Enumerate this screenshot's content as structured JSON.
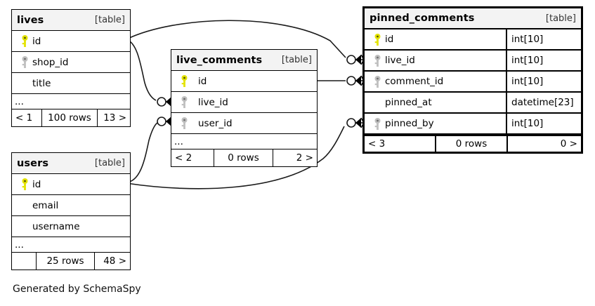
{
  "diagram": {
    "caption": "Generated by SchemaSpy",
    "table_tag": "[table]",
    "ellipsis": "...",
    "colors": {
      "primary_key": "#e3e300",
      "foreign_key": "#bfbfbf",
      "header_background": "#f3f3f3",
      "border": "#000000",
      "background": "#ffffff"
    }
  },
  "tables": [
    {
      "id": "lives",
      "name": "lives",
      "tag": "[table]",
      "focal": false,
      "show_types": false,
      "columns": [
        {
          "name": "id",
          "key": "primary",
          "type": ""
        },
        {
          "name": "shop_id",
          "key": "foreign",
          "type": ""
        },
        {
          "name": "title",
          "key": "none",
          "type": ""
        }
      ],
      "more": "...",
      "footer": {
        "left": "< 1",
        "middle": "100 rows",
        "right": "13 >"
      }
    },
    {
      "id": "live_comments",
      "name": "live_comments",
      "tag": "[table]",
      "focal": false,
      "show_types": false,
      "columns": [
        {
          "name": "id",
          "key": "primary",
          "type": ""
        },
        {
          "name": "live_id",
          "key": "foreign",
          "type": ""
        },
        {
          "name": "user_id",
          "key": "foreign",
          "type": ""
        }
      ],
      "more": "...",
      "footer": {
        "left": "< 2",
        "middle": "0 rows",
        "right": "2 >"
      }
    },
    {
      "id": "pinned_comments",
      "name": "pinned_comments",
      "tag": "[table]",
      "focal": true,
      "show_types": true,
      "columns": [
        {
          "name": "id",
          "key": "primary",
          "type": "int[10]"
        },
        {
          "name": "live_id",
          "key": "foreign",
          "type": "int[10]"
        },
        {
          "name": "comment_id",
          "key": "foreign",
          "type": "int[10]"
        },
        {
          "name": "pinned_at",
          "key": "none",
          "type": "datetime[23]"
        },
        {
          "name": "pinned_by",
          "key": "foreign",
          "type": "int[10]"
        }
      ],
      "more": null,
      "footer": {
        "left": "< 3",
        "middle": "0 rows",
        "right": "0 >"
      }
    },
    {
      "id": "users",
      "name": "users",
      "tag": "[table]",
      "focal": false,
      "show_types": false,
      "columns": [
        {
          "name": "id",
          "key": "primary",
          "type": ""
        },
        {
          "name": "email",
          "key": "none",
          "type": ""
        },
        {
          "name": "username",
          "key": "none",
          "type": ""
        }
      ],
      "more": "...",
      "footer": {
        "left": "",
        "middle": "25 rows",
        "right": "48 >"
      }
    }
  ],
  "relationships": [
    {
      "from_table": "lives",
      "from_column": "id",
      "to_table": "pinned_comments",
      "to_column": "live_id"
    },
    {
      "from_table": "lives",
      "from_column": "id",
      "to_table": "live_comments",
      "to_column": "live_id"
    },
    {
      "from_table": "live_comments",
      "from_column": "id",
      "to_table": "pinned_comments",
      "to_column": "comment_id"
    },
    {
      "from_table": "users",
      "from_column": "id",
      "to_table": "live_comments",
      "to_column": "user_id"
    },
    {
      "from_table": "users",
      "from_column": "id",
      "to_table": "pinned_comments",
      "to_column": "pinned_by"
    }
  ]
}
